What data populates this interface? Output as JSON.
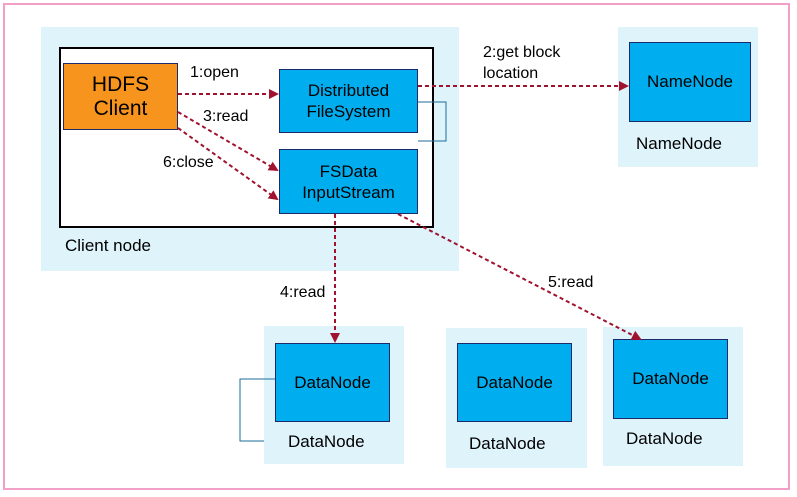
{
  "client_node": {
    "label": "Client node",
    "hdfs_client": "HDFS\nClient",
    "distributed_fs": "Distributed\nFileSystem",
    "fsdata_stream": "FSData\nInputStream"
  },
  "namenode": {
    "box_label": "NameNode",
    "caption": "NameNode"
  },
  "datanodes": [
    {
      "box_label": "DataNode",
      "caption": "DataNode"
    },
    {
      "box_label": "DataNode",
      "caption": "DataNode"
    },
    {
      "box_label": "DataNode",
      "caption": "DataNode"
    }
  ],
  "arrows": {
    "open": "1:open",
    "get_block_location": "2:get block\nlocation",
    "read3": "3:read",
    "read4": "4:read",
    "read5": "5:read",
    "close": "6:close"
  },
  "colors": {
    "zone": "#dff3fb",
    "box_blue": "#00aeef",
    "box_orange": "#f7941d",
    "arrow": "#a0122e",
    "frame": "#f2a0c8"
  }
}
